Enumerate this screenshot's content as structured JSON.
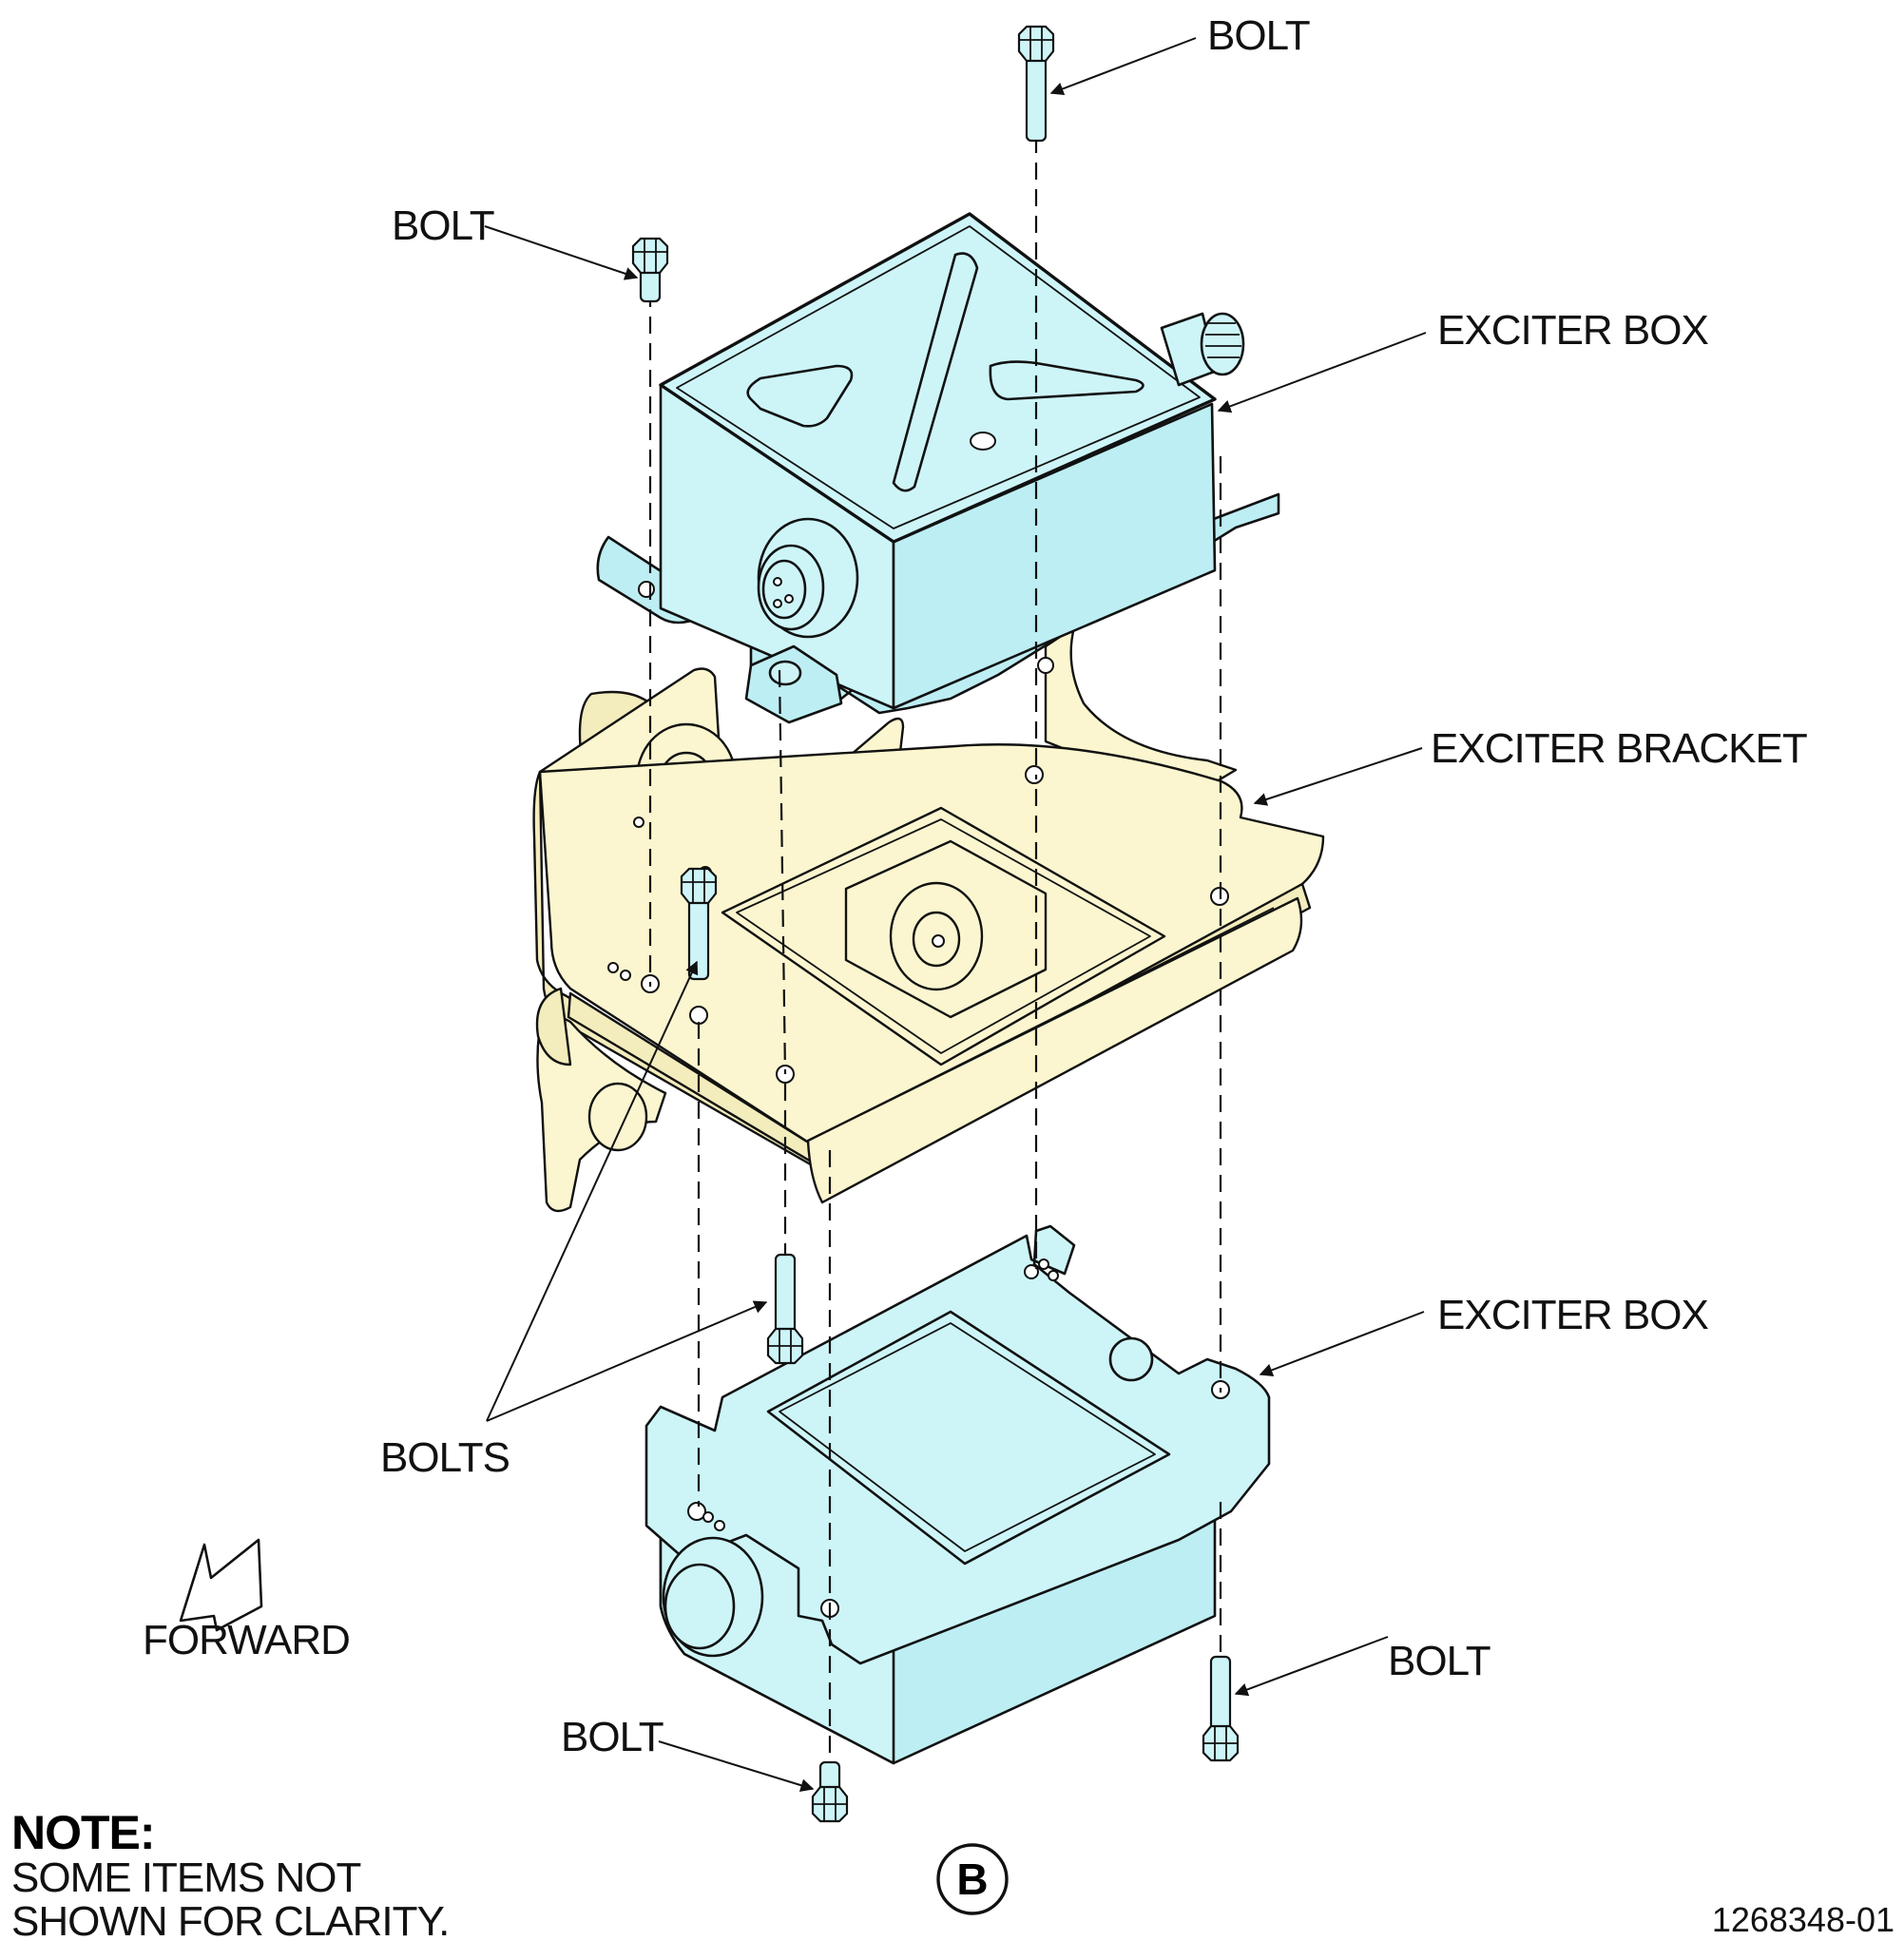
{
  "labels": {
    "bolt_top": "BOLT",
    "bolt_upper_left": "BOLT",
    "exciter_box_upper": "EXCITER BOX",
    "exciter_bracket": "EXCITER BRACKET",
    "exciter_box_lower": "EXCITER BOX",
    "bolts": "BOLTS",
    "bolt_lower_right": "BOLT",
    "bolt_lower_center": "BOLT",
    "forward": "FORWARD"
  },
  "note": {
    "title": "NOTE:",
    "line1": "SOME ITEMS NOT",
    "line2": "SHOWN FOR CLARITY."
  },
  "view_letter": "B",
  "figure_id": "1268348-01",
  "colors": {
    "exciter_box": "#cdf5f8",
    "exciter_bracket": "#fbf6cf",
    "line": "#111111"
  },
  "icons": [
    "forward-arrow-icon",
    "view-callout-circle"
  ]
}
